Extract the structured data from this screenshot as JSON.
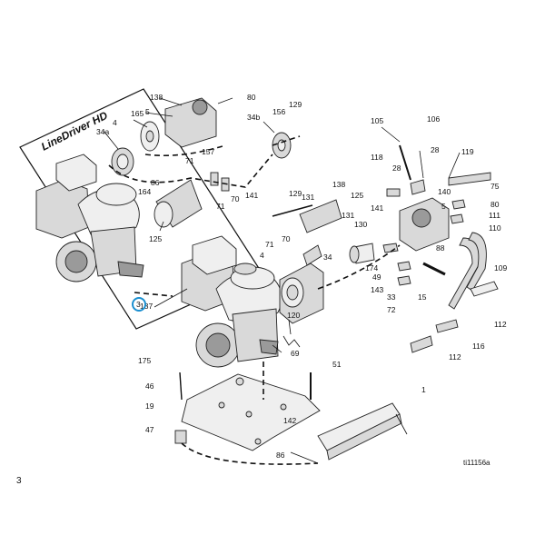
{
  "title": "LineDriver HD",
  "page_number": "3",
  "figure_ref": "ti11156a",
  "callouts": [
    {
      "id": "c138a",
      "text": "138"
    },
    {
      "id": "c80a",
      "text": "80"
    },
    {
      "id": "c5a",
      "text": "5"
    },
    {
      "id": "c165",
      "text": "165"
    },
    {
      "id": "c4a",
      "text": "4"
    },
    {
      "id": "c34b",
      "text": "34b"
    },
    {
      "id": "c156",
      "text": "156"
    },
    {
      "id": "c129a",
      "text": "129"
    },
    {
      "id": "c34a",
      "text": "34a"
    },
    {
      "id": "c157",
      "text": "157"
    },
    {
      "id": "c71a",
      "text": "71"
    },
    {
      "id": "c86a",
      "text": "86"
    },
    {
      "id": "c164",
      "text": "164"
    },
    {
      "id": "c71b",
      "text": "71"
    },
    {
      "id": "c70a",
      "text": "70"
    },
    {
      "id": "c141a",
      "text": "141"
    },
    {
      "id": "c125a",
      "text": "125"
    },
    {
      "id": "c105",
      "text": "105"
    },
    {
      "id": "c106",
      "text": "106"
    },
    {
      "id": "c28a",
      "text": "28"
    },
    {
      "id": "c119",
      "text": "119"
    },
    {
      "id": "c118",
      "text": "118"
    },
    {
      "id": "c28b",
      "text": "28"
    },
    {
      "id": "c75",
      "text": "75"
    },
    {
      "id": "c140",
      "text": "140"
    },
    {
      "id": "c5b",
      "text": "5"
    },
    {
      "id": "c80b",
      "text": "80"
    },
    {
      "id": "c111",
      "text": "111"
    },
    {
      "id": "c110",
      "text": "110"
    },
    {
      "id": "c129b",
      "text": "129"
    },
    {
      "id": "c131a",
      "text": "131"
    },
    {
      "id": "c138b",
      "text": "138"
    },
    {
      "id": "c125b",
      "text": "125"
    },
    {
      "id": "c131b",
      "text": "131"
    },
    {
      "id": "c130",
      "text": "130"
    },
    {
      "id": "c141b",
      "text": "141"
    },
    {
      "id": "c70b",
      "text": "70"
    },
    {
      "id": "c71c",
      "text": "71"
    },
    {
      "id": "c4b",
      "text": "4"
    },
    {
      "id": "c34c",
      "text": "34"
    },
    {
      "id": "c174",
      "text": "174"
    },
    {
      "id": "c49",
      "text": "49"
    },
    {
      "id": "c88",
      "text": "88"
    },
    {
      "id": "c109",
      "text": "109"
    },
    {
      "id": "c143",
      "text": "143"
    },
    {
      "id": "c33",
      "text": "33"
    },
    {
      "id": "c15",
      "text": "15"
    },
    {
      "id": "c72",
      "text": "72"
    },
    {
      "id": "c112a",
      "text": "112"
    },
    {
      "id": "c120",
      "text": "120"
    },
    {
      "id": "c116",
      "text": "116"
    },
    {
      "id": "c112b",
      "text": "112"
    },
    {
      "id": "c137",
      "text": "137"
    },
    {
      "id": "c69",
      "text": "69"
    },
    {
      "id": "c175",
      "text": "175"
    },
    {
      "id": "c51",
      "text": "51"
    },
    {
      "id": "c46",
      "text": "46"
    },
    {
      "id": "c1",
      "text": "1"
    },
    {
      "id": "c19",
      "text": "19"
    },
    {
      "id": "c142",
      "text": "142"
    },
    {
      "id": "c47",
      "text": "47"
    },
    {
      "id": "c86b",
      "text": "86"
    }
  ],
  "highlight_callout": "3",
  "colors": {
    "highlight": "#1a8fd0",
    "line": "#111111",
    "part_fill": "#d9d9d9"
  }
}
